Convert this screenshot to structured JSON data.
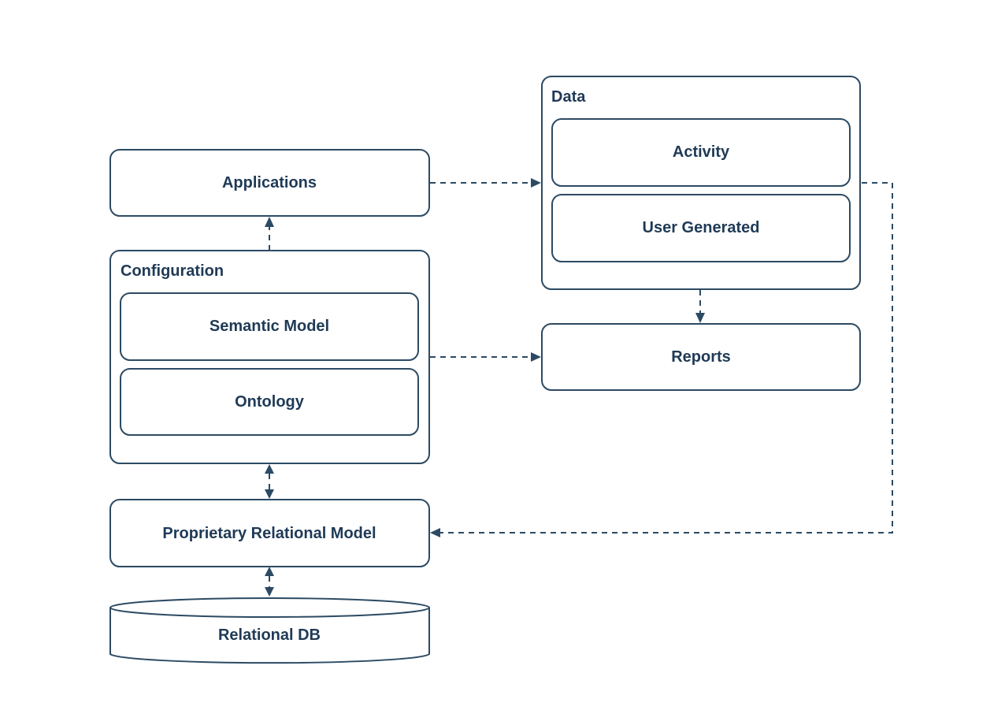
{
  "colors": {
    "stroke": "#2c4a63",
    "text": "#1f3a56",
    "background": "#ffffff"
  },
  "nodes": {
    "applications": "Applications",
    "configuration": "Configuration",
    "semantic_model": "Semantic Model",
    "ontology": "Ontology",
    "proprietary_relational_model": "Proprietary Relational Model",
    "relational_db": "Relational DB",
    "data": "Data",
    "activity": "Activity",
    "user_generated": "User Generated",
    "reports": "Reports"
  },
  "edges": [
    {
      "from": "configuration",
      "to": "applications",
      "style": "dashed",
      "direction": "forward"
    },
    {
      "from": "applications",
      "to": "data",
      "style": "dashed",
      "direction": "forward"
    },
    {
      "from": "data",
      "to": "reports",
      "style": "dashed",
      "direction": "forward"
    },
    {
      "from": "configuration",
      "to": "reports",
      "style": "dashed",
      "direction": "forward"
    },
    {
      "from": "configuration",
      "to": "proprietary_relational_model",
      "style": "dashed",
      "direction": "both"
    },
    {
      "from": "proprietary_relational_model",
      "to": "relational_db",
      "style": "dashed",
      "direction": "both"
    },
    {
      "from": "data",
      "to": "proprietary_relational_model",
      "style": "dashed",
      "direction": "forward"
    }
  ]
}
